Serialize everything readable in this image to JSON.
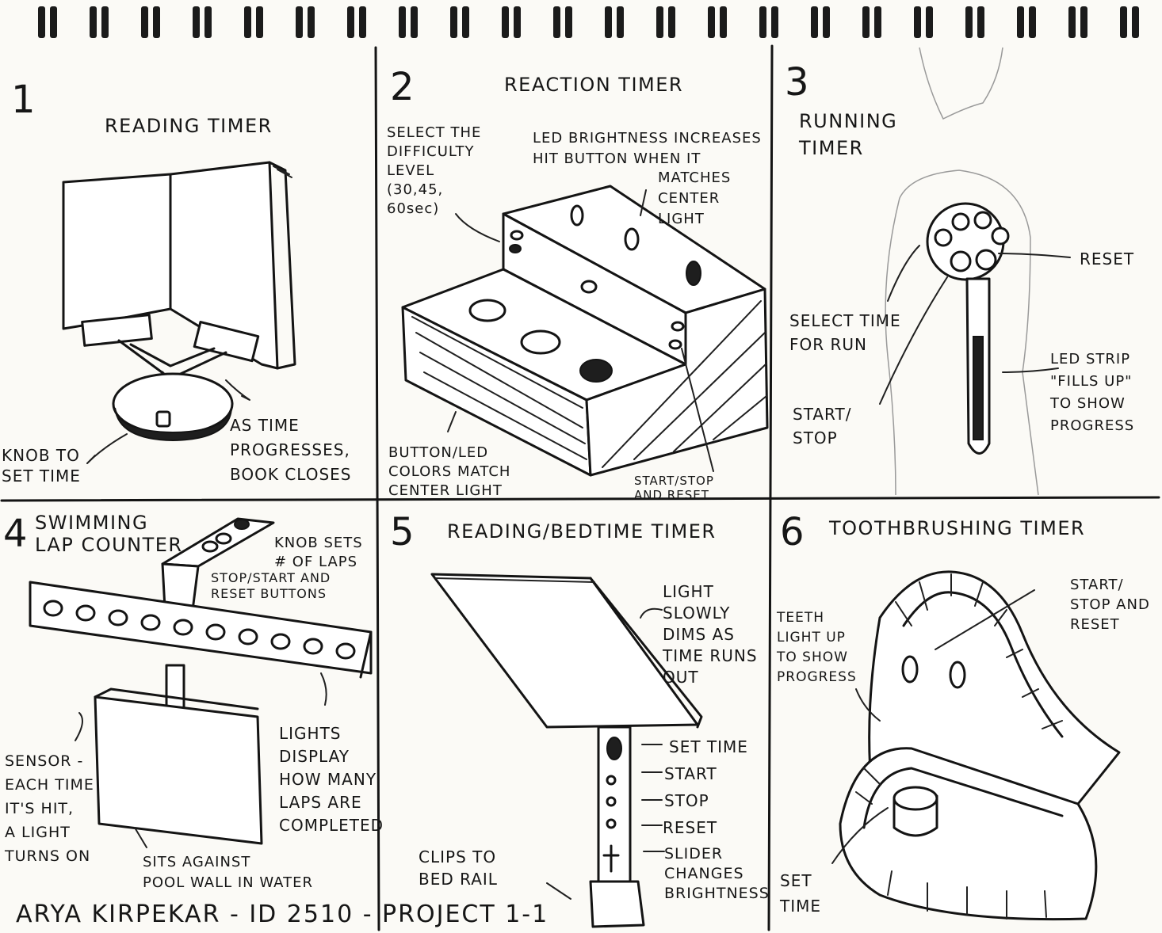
{
  "panels": [
    {
      "number": "1",
      "title": "READING TIMER",
      "labels": [
        "KNOB TO\nSET TIME",
        "AS TIME\nPROGRESSES,\nBOOK CLOSES"
      ]
    },
    {
      "number": "2",
      "title": "REACTION TIMER",
      "labels": [
        "SELECT THE\nDIFFICULTY\nLEVEL\n(30,45,\n60sec)",
        "LED BRIGHTNESS INCREASES\nHIT BUTTON WHEN IT",
        "MATCHES\nCENTER\nLIGHT",
        "BUTTON/LED\nCOLORS MATCH\nCENTER LIGHT",
        "START/STOP\nAND RESET"
      ]
    },
    {
      "number": "3",
      "title": "RUNNING\nTIMER",
      "labels": [
        "RESET",
        "SELECT TIME\nFOR RUN",
        "LED STRIP\n\"FILLS UP\"\nTO SHOW\nPROGRESS",
        "START/\nSTOP"
      ]
    },
    {
      "number": "4",
      "title": "SWIMMING\nLAP COUNTER",
      "labels": [
        "KNOB SETS\n# OF LAPS",
        "STOP/START AND\nRESET BUTTONS",
        "LIGHTS\nDISPLAY\nHOW MANY\nLAPS ARE\nCOMPLETED",
        "SENSOR -\nEACH TIME\nIT'S HIT,\nA LIGHT\nTURNS ON",
        "SITS AGAINST\nPOOL WALL IN WATER"
      ]
    },
    {
      "number": "5",
      "title": "READING/BEDTIME TIMER",
      "labels": [
        "LIGHT\nSLOWLY\nDIMS AS\nTIME RUNS\nOUT",
        "SET TIME",
        "START",
        "STOP",
        "RESET",
        "SLIDER\nCHANGES\nBRIGHTNESS",
        "CLIPS TO\nBED RAIL"
      ]
    },
    {
      "number": "6",
      "title": "TOOTHBRUSHING TIMER",
      "labels": [
        "START/\nSTOP AND\nRESET",
        "TEETH\nLIGHT UP\nTO SHOW\nPROGRESS",
        "SET\nTIME"
      ]
    }
  ],
  "footer": "ARYA KIRPEKAR - ID 2510 - PROJECT 1-1",
  "icons": [
    "spiral-binding-icon"
  ]
}
